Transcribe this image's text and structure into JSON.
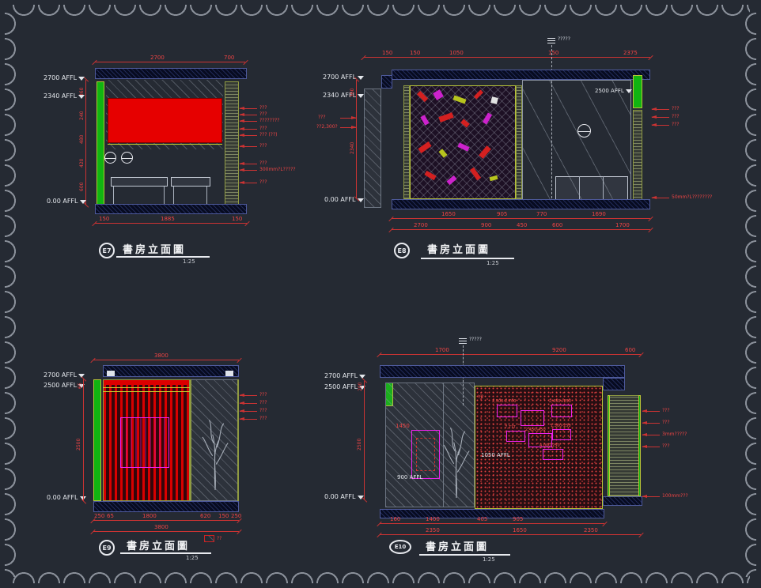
{
  "common": {
    "title": "書房立面圖",
    "scale": "1:25"
  },
  "e7": {
    "tag": "E7",
    "levels": {
      "top": "2700 AFFL",
      "mid": "2340 AFFL",
      "bottom": "0.00 AFFL"
    },
    "dims_top": [
      "2700",
      "700"
    ],
    "dims_bottom": [
      "150",
      "1885",
      "150"
    ],
    "dims_left": [
      "360",
      "240",
      "480",
      "420",
      "600"
    ],
    "callouts": [
      "???",
      "???",
      "????????",
      "???",
      "??? (??)",
      "???",
      "???",
      "300mm?L?????",
      "???"
    ]
  },
  "e8": {
    "tag": "E8",
    "levels": {
      "top": "2700 AFFL",
      "mid": "2340 AFFL",
      "right": "2500 AFFL",
      "bottom": "0.00 AFFL"
    },
    "datum_label": "?????",
    "dims_top": [
      "150",
      "150",
      "1050",
      "150",
      "2375"
    ],
    "dims_left": [
      "360",
      "2340"
    ],
    "dims_bottom_row1": [
      "1650",
      "905",
      "770",
      "1690"
    ],
    "dims_bottom_row2": [
      "2700",
      "900",
      "450",
      "600",
      "1700"
    ],
    "left_callouts": [
      "???",
      "??2,300?"
    ],
    "callouts": [
      "???",
      "???",
      "???",
      "50mm?L????????"
    ]
  },
  "e9": {
    "tag": "E9",
    "levels": {
      "top": "2700 AFFL",
      "mid": "2500 AFFL",
      "bottom": "0.00 AFFL"
    },
    "dims_top": [
      "3800"
    ],
    "dims_left": [
      "65",
      "2500"
    ],
    "dims_bottom": [
      "250",
      "65",
      "1800",
      "620",
      "150",
      "250"
    ],
    "dims_bottom2": [
      "3800"
    ],
    "legend_label": "??",
    "callouts": [
      "???",
      "???",
      "???",
      "???"
    ]
  },
  "e10": {
    "tag": "E10",
    "levels": {
      "top": "2700 AFFL",
      "mid": "2500 AFFL",
      "bottom": "0.00 AFFL"
    },
    "datum_label": "?????",
    "dims_top": [
      "1700",
      "9200",
      "600"
    ],
    "dims_left": [
      "200",
      "2500"
    ],
    "dims_bottom_row1": [
      "160",
      "1400",
      "405",
      "905"
    ],
    "dims_bottom_row2": [
      "2350",
      "1650",
      "2350"
    ],
    "labels": {
      "y2": "Y2",
      "mirror_w": "1450",
      "mirror_level": "900 AFFL",
      "area_level": "1050 AFFL",
      "low_callout": "100mm???"
    },
    "box_labels": [
      "2,500-2,700",
      "2,450+250",
      "7,7?7",
      "2,450-450",
      "1,500-250",
      "4,000-250"
    ],
    "callouts": [
      "???",
      "???",
      "3mm?????",
      "???"
    ]
  }
}
